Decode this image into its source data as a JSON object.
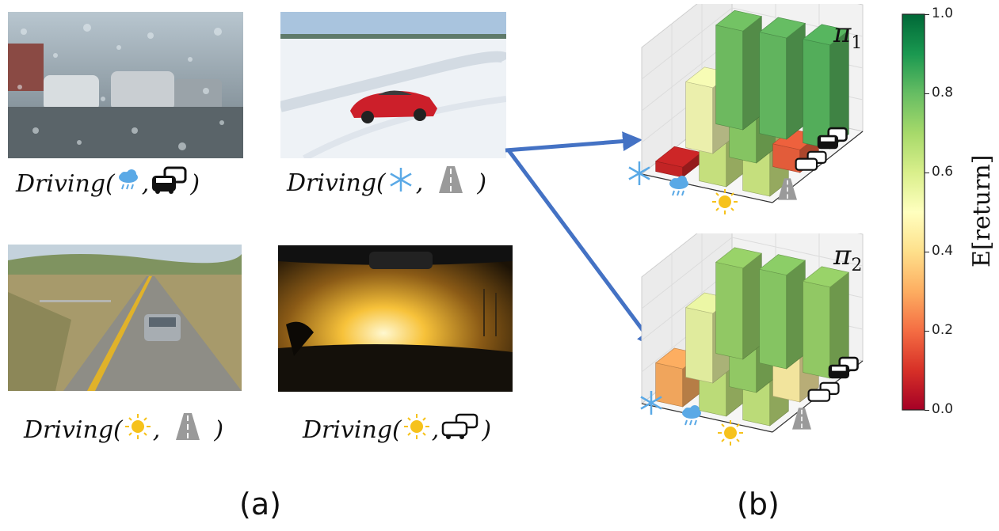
{
  "panels": {
    "a_label": "(a)",
    "b_label": "(b)"
  },
  "captions": [
    {
      "func": "Driving(",
      "sep": ",",
      "close": ")",
      "weather": "rain-cloud-icon",
      "road": "heavy-traffic-icon"
    },
    {
      "func": "Driving(",
      "sep": ",",
      "close": ")",
      "weather": "snowflake-icon",
      "road": "empty-road-icon"
    },
    {
      "func": "Driving(",
      "sep": ",",
      "close": ")",
      "weather": "sun-icon",
      "road": "empty-road-icon"
    },
    {
      "func": "Driving(",
      "sep": ",",
      "close": ")",
      "weather": "sun-icon",
      "road": "light-traffic-icon"
    }
  ],
  "policies": [
    {
      "symbol": "π",
      "subscript": "1"
    },
    {
      "symbol": "π",
      "subscript": "2"
    }
  ],
  "colorbar": {
    "title": "E[return]",
    "ticks": [
      "1.0",
      "0.8",
      "0.6",
      "0.4",
      "0.2",
      "0.0"
    ],
    "colors": {
      "high": "#006837",
      "mid": "#ffffbf",
      "low": "#a50026"
    }
  },
  "chart_data": [
    {
      "type": "bar3d",
      "title": "π1",
      "x_categories": [
        "snowflake-icon",
        "rain-cloud-icon",
        "sun-icon"
      ],
      "y_categories": [
        "heavy-traffic-icon",
        "light-traffic-icon",
        "empty-road-icon"
      ],
      "values": [
        {
          "x": "snowflake-icon",
          "y": "heavy-traffic-icon",
          "value": 0.78
        },
        {
          "x": "rain-cloud-icon",
          "y": "heavy-traffic-icon",
          "value": 0.8
        },
        {
          "x": "sun-icon",
          "y": "heavy-traffic-icon",
          "value": 0.82
        },
        {
          "x": "snowflake-icon",
          "y": "light-traffic-icon",
          "value": 0.52
        },
        {
          "x": "rain-cloud-icon",
          "y": "light-traffic-icon",
          "value": 0.74
        },
        {
          "x": "sun-icon",
          "y": "light-traffic-icon",
          "value": 0.18
        },
        {
          "x": "snowflake-icon",
          "y": "empty-road-icon",
          "value": 0.08
        },
        {
          "x": "rain-cloud-icon",
          "y": "empty-road-icon",
          "value": 0.62
        },
        {
          "x": "sun-icon",
          "y": "empty-road-icon",
          "value": 0.62
        }
      ]
    },
    {
      "type": "bar3d",
      "title": "π2",
      "x_categories": [
        "snowflake-icon",
        "rain-cloud-icon",
        "sun-icon"
      ],
      "y_categories": [
        "heavy-traffic-icon",
        "light-traffic-icon",
        "empty-road-icon"
      ],
      "values": [
        {
          "x": "snowflake-icon",
          "y": "heavy-traffic-icon",
          "value": 0.72
        },
        {
          "x": "rain-cloud-icon",
          "y": "heavy-traffic-icon",
          "value": 0.74
        },
        {
          "x": "sun-icon",
          "y": "heavy-traffic-icon",
          "value": 0.72
        },
        {
          "x": "snowflake-icon",
          "y": "light-traffic-icon",
          "value": 0.55
        },
        {
          "x": "rain-cloud-icon",
          "y": "light-traffic-icon",
          "value": 0.72
        },
        {
          "x": "sun-icon",
          "y": "light-traffic-icon",
          "value": 0.45
        },
        {
          "x": "snowflake-icon",
          "y": "empty-road-icon",
          "value": 0.3
        },
        {
          "x": "rain-cloud-icon",
          "y": "empty-road-icon",
          "value": 0.64
        },
        {
          "x": "sun-icon",
          "y": "empty-road-icon",
          "value": 0.64
        }
      ]
    }
  ]
}
